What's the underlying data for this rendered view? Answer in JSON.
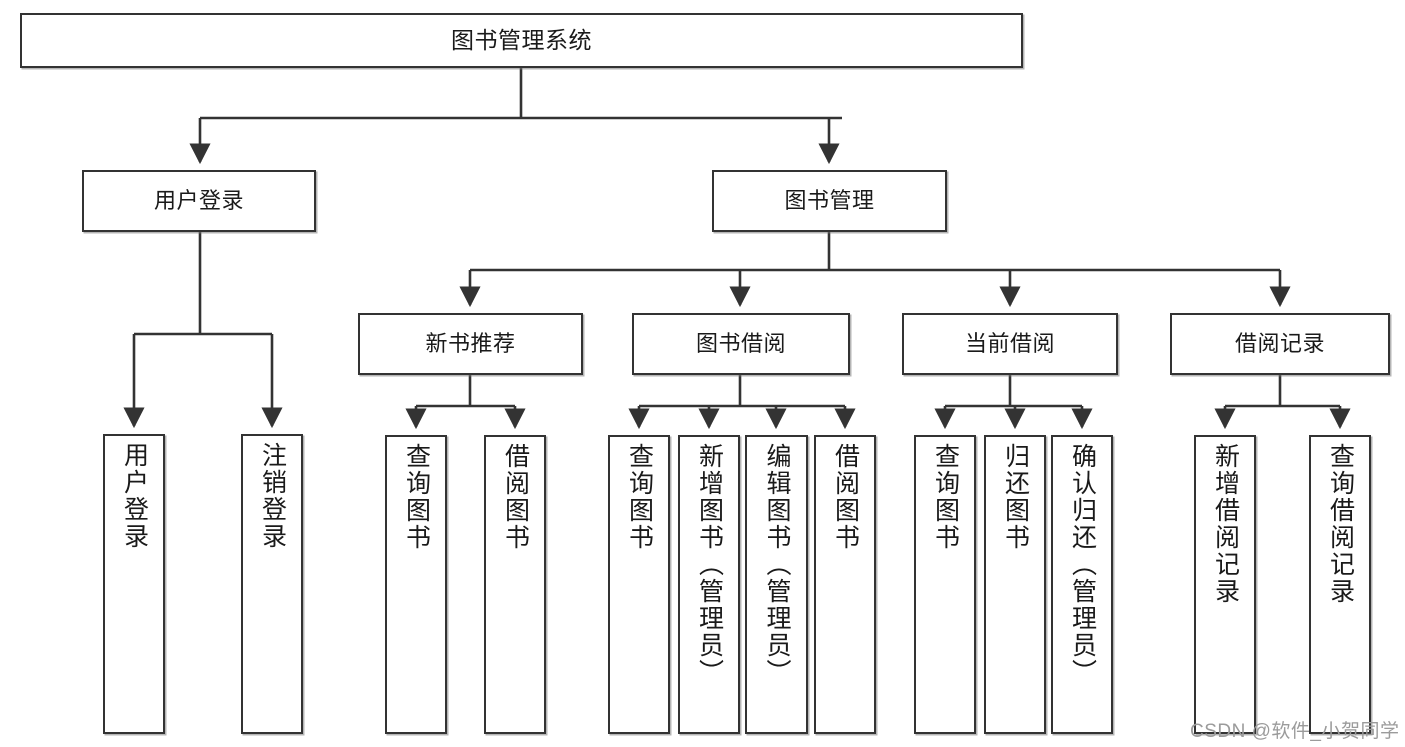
{
  "diagram": {
    "type": "tree-hierarchy",
    "title": "图书管理系统",
    "orientation": "top-down",
    "colors": {
      "stroke": "#333333",
      "fill": "#ffffff",
      "text": "#1a1a1a",
      "watermark": "#9b9b9b"
    },
    "levels": {
      "root": {
        "label": "图书管理系统"
      },
      "level1": [
        {
          "id": "user-login",
          "label": "用户登录"
        },
        {
          "id": "book-manage",
          "label": "图书管理"
        }
      ],
      "level2": [
        {
          "id": "new-book-recommend",
          "label": "新书推荐",
          "parent": "book-manage"
        },
        {
          "id": "book-borrow",
          "label": "图书借阅",
          "parent": "book-manage"
        },
        {
          "id": "current-borrow",
          "label": "当前借阅",
          "parent": "book-manage"
        },
        {
          "id": "borrow-record",
          "label": "借阅记录",
          "parent": "book-manage"
        }
      ],
      "leaves": [
        {
          "id": "leaf-user-login",
          "label": "用户登录",
          "parent": "user-login"
        },
        {
          "id": "leaf-logout",
          "label": "注销登录",
          "parent": "user-login"
        },
        {
          "id": "leaf-query-book-1",
          "label": "查询图书",
          "parent": "new-book-recommend"
        },
        {
          "id": "leaf-borrow-book-1",
          "label": "借阅图书",
          "parent": "new-book-recommend"
        },
        {
          "id": "leaf-query-book-2",
          "label": "查询图书",
          "parent": "book-borrow"
        },
        {
          "id": "leaf-add-book",
          "label": "新增图书（管理员）",
          "parent": "book-borrow"
        },
        {
          "id": "leaf-edit-book",
          "label": "编辑图书（管理员）",
          "parent": "book-borrow"
        },
        {
          "id": "leaf-borrow-book-2",
          "label": "借阅图书",
          "parent": "book-borrow"
        },
        {
          "id": "leaf-query-book-3",
          "label": "查询图书",
          "parent": "current-borrow"
        },
        {
          "id": "leaf-return-book",
          "label": "归还图书",
          "parent": "current-borrow"
        },
        {
          "id": "leaf-confirm-return",
          "label": "确认归还（管理员）",
          "parent": "current-borrow"
        },
        {
          "id": "leaf-add-record",
          "label": "新增借阅记录",
          "parent": "borrow-record"
        },
        {
          "id": "leaf-query-record",
          "label": "查询借阅记录",
          "parent": "borrow-record"
        }
      ]
    },
    "watermark": "CSDN @软件_小贺同学"
  }
}
